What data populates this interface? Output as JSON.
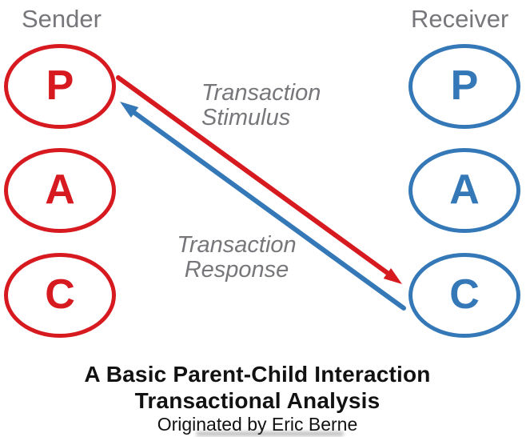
{
  "header": {
    "sender": "Sender",
    "receiver": "Receiver"
  },
  "sender_column": {
    "states": [
      "P",
      "A",
      "C"
    ]
  },
  "receiver_column": {
    "states": [
      "P",
      "A",
      "C"
    ]
  },
  "arrows": {
    "stimulus": {
      "label_line1": "Transaction",
      "label_line2": "Stimulus",
      "from": "sender P",
      "to": "receiver C"
    },
    "response": {
      "label_line1": "Transaction",
      "label_line2": "Response",
      "from": "receiver C",
      "to": "sender P"
    }
  },
  "caption": {
    "line1": "A Basic Parent-Child Interaction",
    "line2": "Transactional Analysis",
    "line3": "Originated by Eric Berne"
  },
  "colors": {
    "red": "#d71a20",
    "blue": "#3578b7",
    "label_gray": "#77777b",
    "ink": "#121212"
  }
}
